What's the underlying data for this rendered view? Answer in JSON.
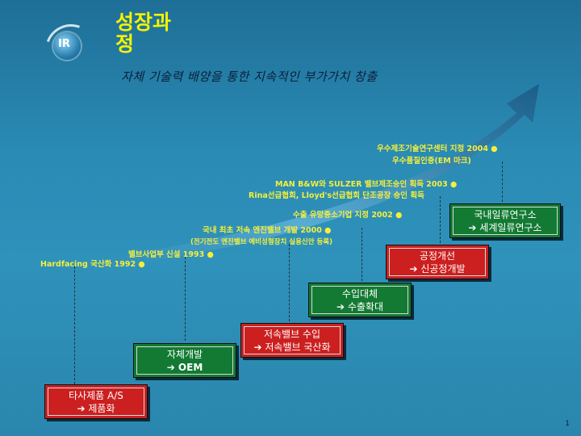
{
  "logo": {
    "text": "IR"
  },
  "title": "성장과정",
  "subtitle": "자체 기술력 배양을 통한 지속적인 부가가치 창출",
  "milestones": [
    {
      "text": "우수제조기술연구센터 지정 2004 ●"
    },
    {
      "text": "우수품질인증(EM 마크)"
    },
    {
      "text": "MAN B&W와 SULZER 밸브제조승인 획득 2003 ●"
    },
    {
      "text": "Rina선급협회, Lloyd's선급협회 단조공장 승인 획득"
    },
    {
      "text": "수출 유망중소기업 지정 2002 ●"
    },
    {
      "text": "국내 최초 저속 엔진밸브 개발 2000 ●"
    },
    {
      "text": "(전기전도 엔진밸브 예비성형장치 실용신안 등록)"
    },
    {
      "text": "밸브사업부 신설 1993 ●"
    },
    {
      "text": "Hardfacing 국산화 1992 ●"
    }
  ],
  "steps": [
    {
      "line1": "타사제품 A/S",
      "line2": "➔ 제품화"
    },
    {
      "line1": "자체개발",
      "line2": "➔ OEM"
    },
    {
      "line1": "저속밸브 수입",
      "line2": "➔ 저속밸브 국산화"
    },
    {
      "line1": "수입대체",
      "line2": "➔ 수출확대"
    },
    {
      "line1": "공정개선",
      "line2": "➔ 신공정개발"
    },
    {
      "line1": "국내일류연구소",
      "line2": "➔ 세계일류연구소"
    }
  ],
  "page_number": "1",
  "colors": {
    "title": "#f4f200",
    "milestone_text": "#f5ef3a",
    "step_red": "#cc1f1f",
    "step_green": "#127a33"
  }
}
